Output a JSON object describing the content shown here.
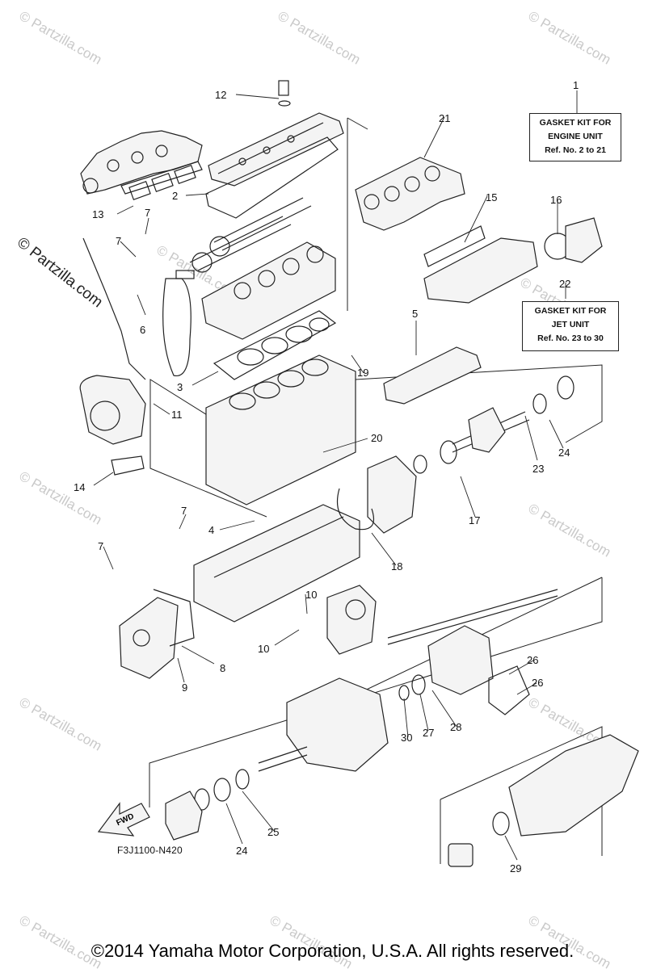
{
  "kits": {
    "engine": {
      "line1": "GASKET KIT FOR",
      "line2": "ENGINE UNIT",
      "line3": "Ref. No. 2 to 21"
    },
    "jet": {
      "line1": "GASKET KIT FOR",
      "line2": "JET UNIT",
      "line3": "Ref. No. 23 to 30"
    }
  },
  "diagram_code": "F3J1100-N420",
  "copyright": "©2014  Yamaha Motor Corporation, U.S.A. All rights reserved.",
  "watermark": "© Partzilla.com",
  "fwd_label": "FWD",
  "callouts": [
    "1",
    "2",
    "3",
    "4",
    "5",
    "6",
    "7",
    "7",
    "7",
    "7",
    "8",
    "9",
    "10",
    "10",
    "11",
    "12",
    "13",
    "14",
    "15",
    "16",
    "17",
    "18",
    "19",
    "20",
    "21",
    "22",
    "23",
    "24",
    "24",
    "25",
    "26",
    "26",
    "27",
    "28",
    "29",
    "30"
  ]
}
